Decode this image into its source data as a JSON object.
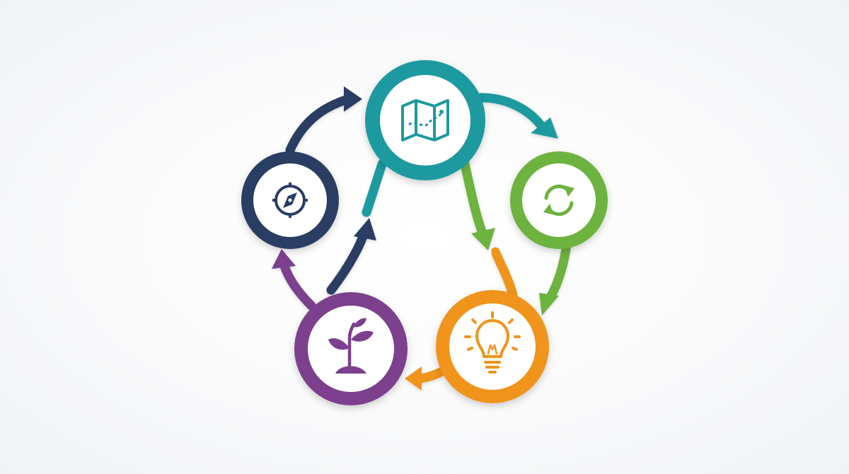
{
  "diagram": {
    "type": "cycle",
    "colors": {
      "navy": "#2c3e63",
      "teal": "#1f9aa0",
      "green": "#6db33f",
      "orange": "#f0941f",
      "purple": "#7b3f8e"
    },
    "nodes": [
      {
        "id": "compass",
        "icon": "compass-icon",
        "color": "#2c3e63"
      },
      {
        "id": "map",
        "icon": "map-icon",
        "color": "#1f9aa0"
      },
      {
        "id": "refresh",
        "icon": "refresh-icon",
        "color": "#6db33f"
      },
      {
        "id": "lightbulb",
        "icon": "lightbulb-icon",
        "color": "#f0941f"
      },
      {
        "id": "plant",
        "icon": "plant-sprout-icon",
        "color": "#7b3f8e"
      }
    ],
    "connections": [
      {
        "from": "compass",
        "to": "map",
        "color": "#2c3e63"
      },
      {
        "from": "map",
        "to": "refresh",
        "color": "#1f9aa0"
      },
      {
        "from": "map",
        "to": "lightbulb",
        "color": "#6db33f"
      },
      {
        "from": "refresh",
        "to": "lightbulb",
        "color": "#6db33f"
      },
      {
        "from": "lightbulb",
        "to": "plant",
        "color": "#f0941f"
      },
      {
        "from": "plant",
        "to": "compass",
        "color": "#7b3f8e"
      },
      {
        "from": "plant",
        "to": "map",
        "color": "#2c3e63"
      }
    ]
  }
}
